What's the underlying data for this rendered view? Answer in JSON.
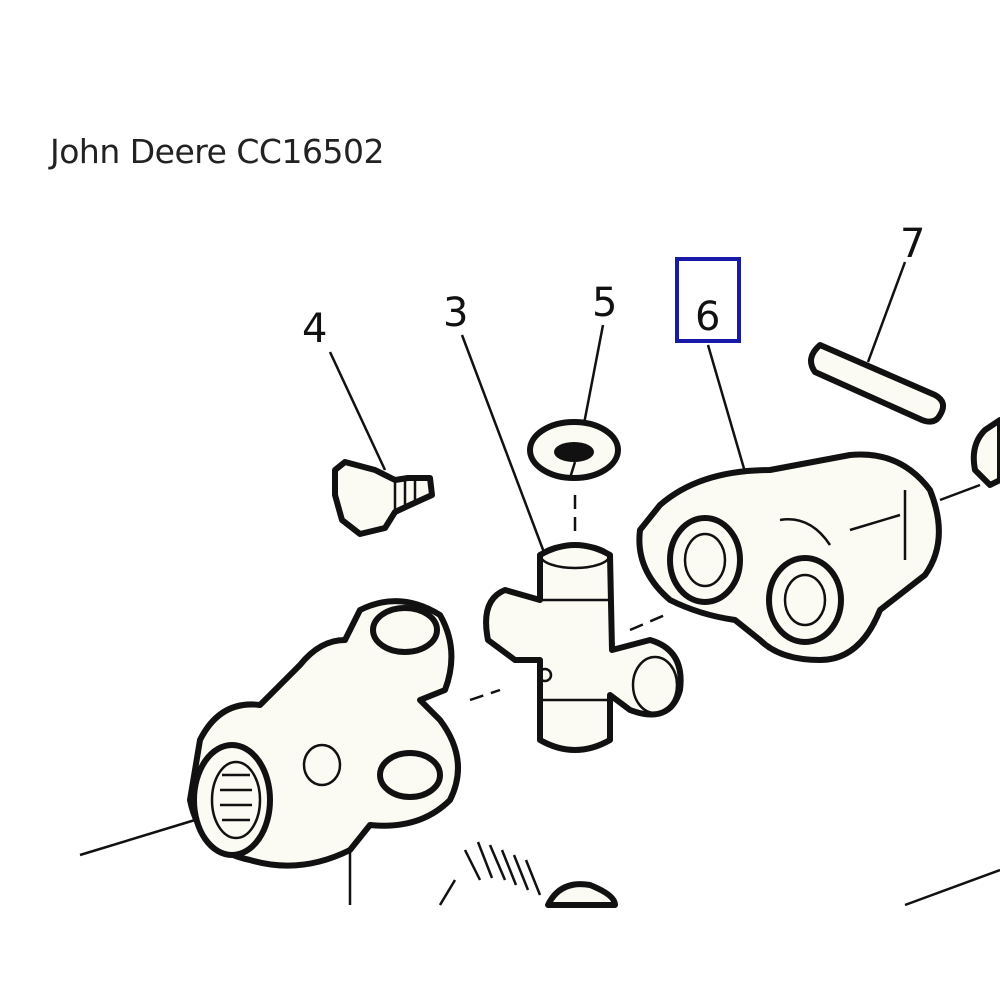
{
  "title": "John Deere CC16502",
  "callouts": [
    {
      "id": "4",
      "label": "4"
    },
    {
      "id": "3",
      "label": "3"
    },
    {
      "id": "5",
      "label": "5"
    },
    {
      "id": "6",
      "label": "6",
      "highlighted": true
    },
    {
      "id": "7",
      "label": "7"
    }
  ],
  "colors": {
    "highlight_box": "#1a1aa8",
    "line": "#111111",
    "part_fill": "#fbfaf3"
  }
}
